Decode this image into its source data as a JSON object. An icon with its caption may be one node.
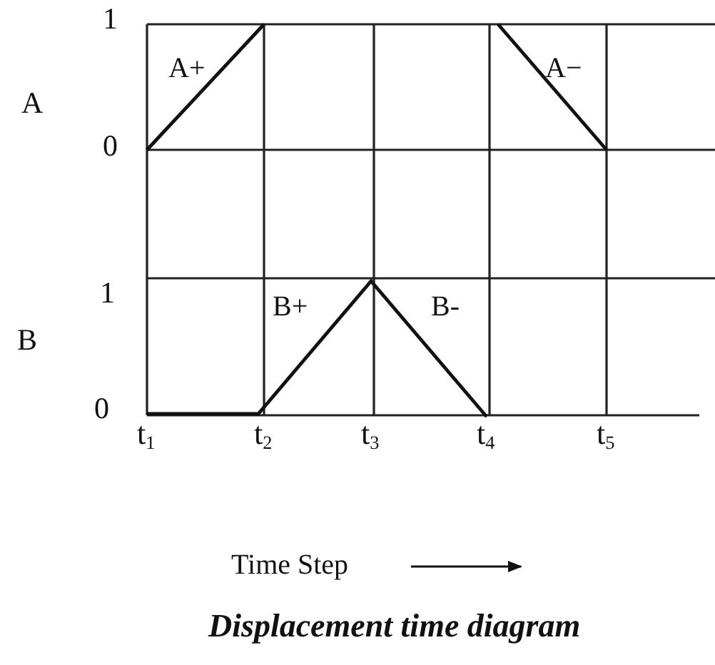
{
  "diagram": {
    "caption": "Displacement time diagram",
    "labels": [
      "1",
      "A+",
      "A−",
      "A",
      "0",
      "1",
      "B+",
      "B-",
      "B",
      "0",
      "t$_{1}$",
      "t$_{2}$",
      "t$_{3}$",
      "t$_{4}$",
      "t$_{5}$",
      "Time Step"
    ]
  }
}
